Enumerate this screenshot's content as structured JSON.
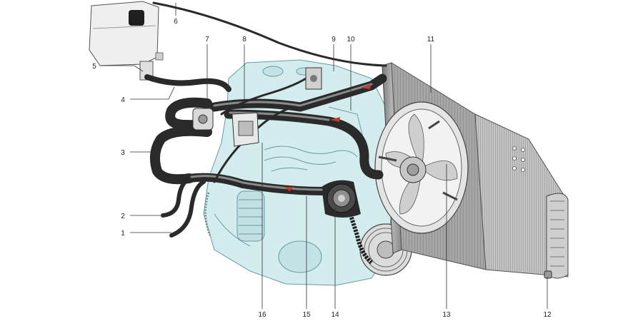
{
  "diagram": {
    "callouts": [
      {
        "id": "1",
        "label": "1"
      },
      {
        "id": "2",
        "label": "2"
      },
      {
        "id": "3",
        "label": "3"
      },
      {
        "id": "4",
        "label": "4"
      },
      {
        "id": "5",
        "label": "5"
      },
      {
        "id": "6",
        "label": "6"
      },
      {
        "id": "7",
        "label": "7"
      },
      {
        "id": "8",
        "label": "8"
      },
      {
        "id": "9",
        "label": "9"
      },
      {
        "id": "10",
        "label": "10"
      },
      {
        "id": "11",
        "label": "11"
      },
      {
        "id": "12",
        "label": "12"
      },
      {
        "id": "13",
        "label": "13"
      },
      {
        "id": "14",
        "label": "14"
      },
      {
        "id": "15",
        "label": "15"
      },
      {
        "id": "16",
        "label": "16"
      }
    ]
  },
  "colors": {
    "engine_fill": "#d3ecee",
    "engine_stroke": "#6a9aa2",
    "hose": "#2a2a2a",
    "radiator": "#9a9a9a",
    "fan": "#cfcfcf",
    "tank": "#ececec"
  }
}
